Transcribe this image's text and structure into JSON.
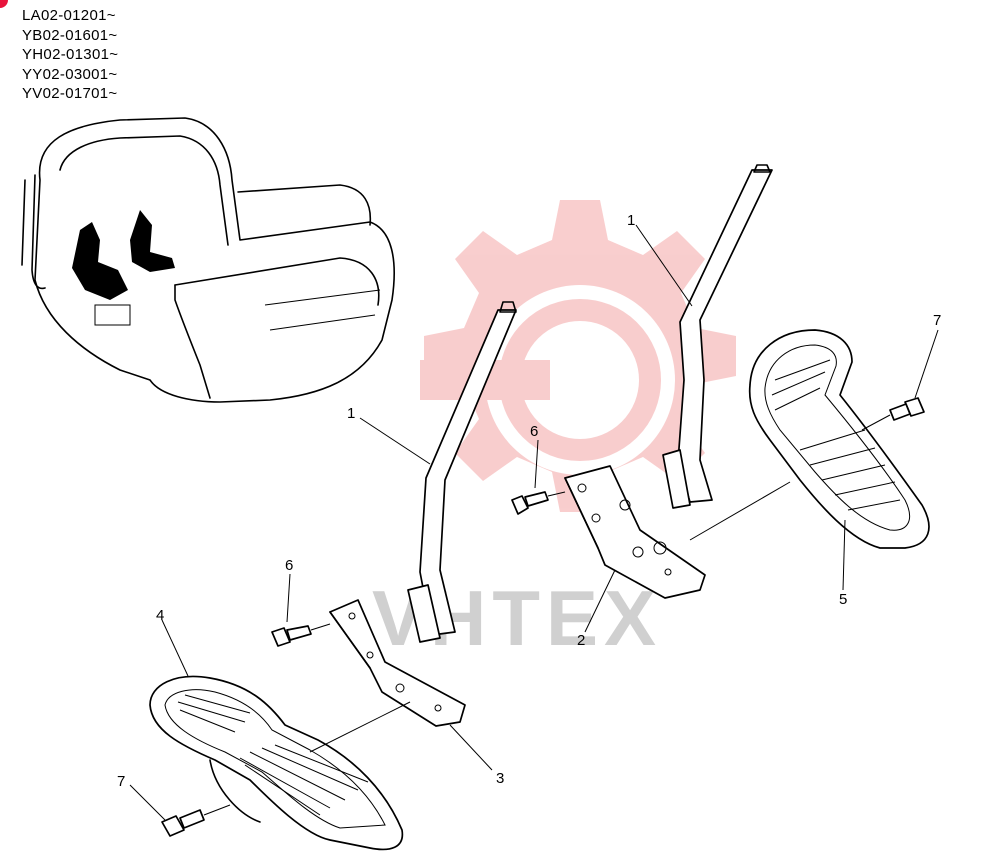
{
  "serial_numbers": [
    "LA02-01201~",
    "YB02-01601~",
    "YH02-01301~",
    "YY02-03001~",
    "YV02-01701~"
  ],
  "watermark": {
    "text": "VHTEX",
    "color": "#f4a6a6"
  },
  "callouts": {
    "c1a": "1",
    "c1b": "1",
    "c2": "2",
    "c3": "3",
    "c4": "4",
    "c5": "5",
    "c6a": "6",
    "c6b": "6",
    "c7a": "7",
    "c7b": "7"
  }
}
